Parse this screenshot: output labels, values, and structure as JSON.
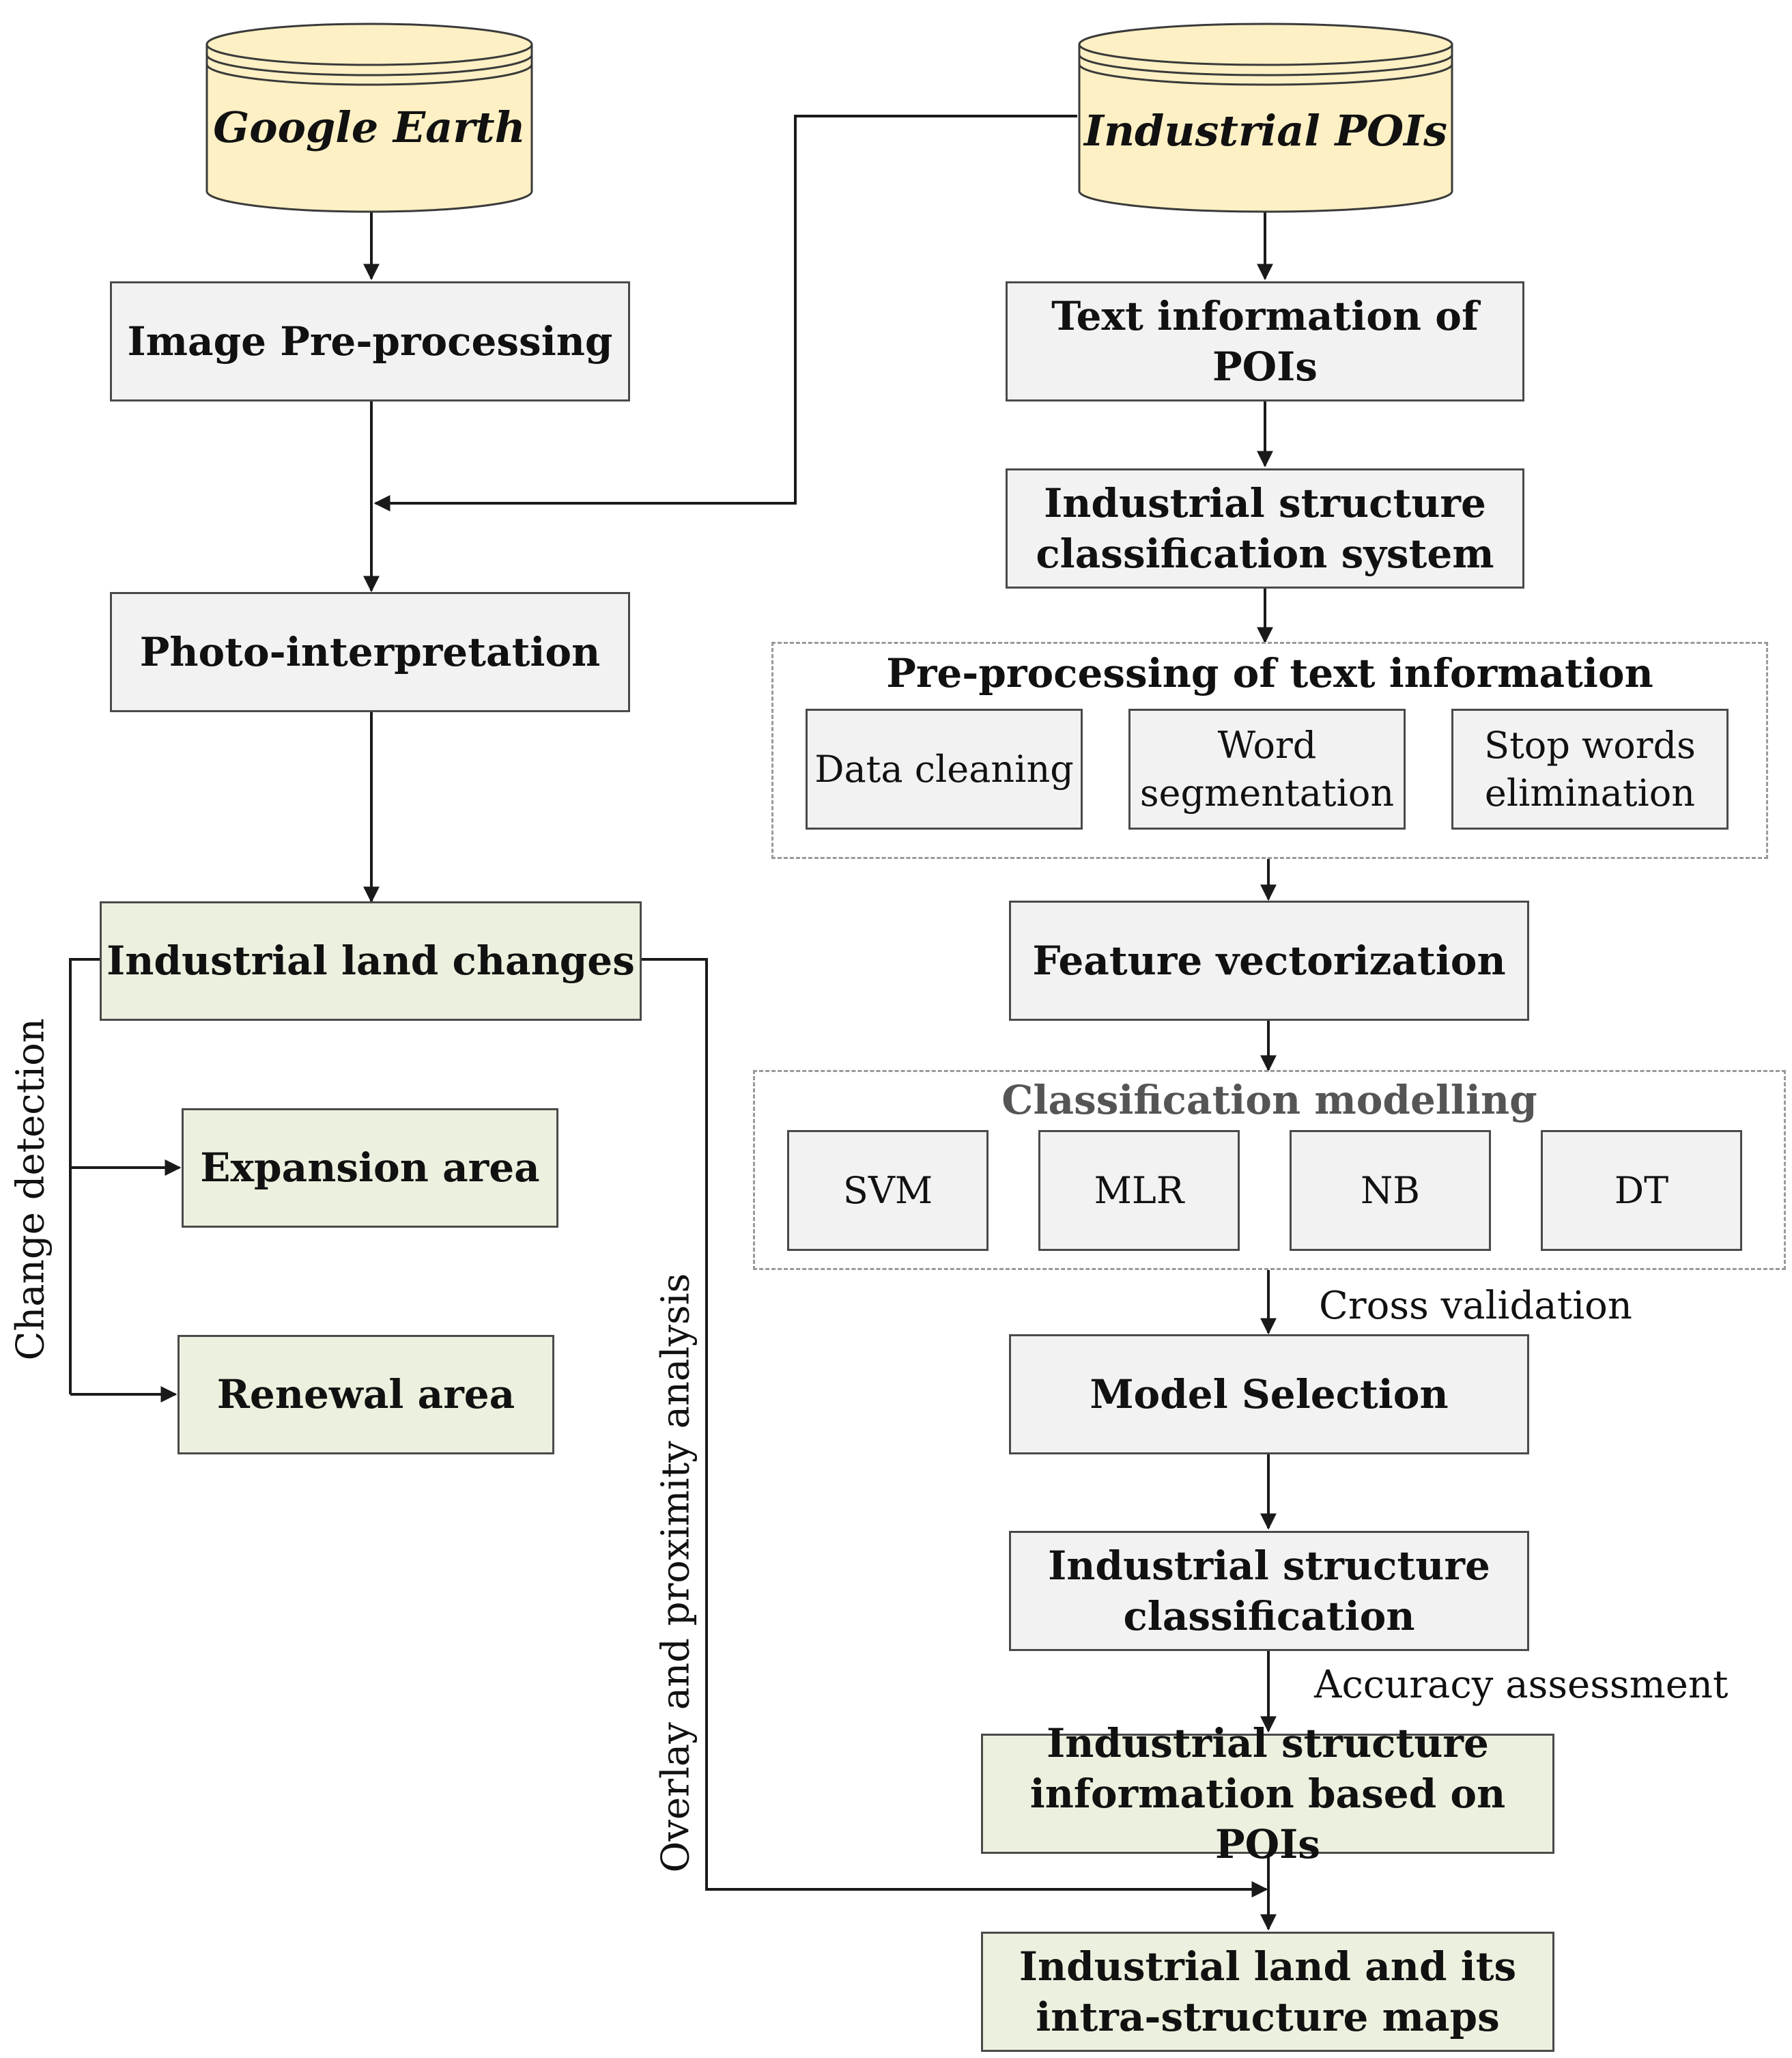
{
  "colors": {
    "source_fill": "#fdf0c4",
    "process_fill": "#f2f2f2",
    "output_fill": "#ebf1de",
    "line": "#1a1a1a"
  },
  "sources": {
    "google_earth": "Google Earth",
    "industrial_pois": "Industrial POIs"
  },
  "left": {
    "image_preprocessing": "Image Pre-processing",
    "photo_interpretation": "Photo-interpretation",
    "industrial_land_changes": "Industrial land changes",
    "expansion_area": "Expansion area",
    "renewal_area": "Renewal area",
    "change_detection": "Change detection"
  },
  "right": {
    "text_information": "Text information of POIs",
    "classification_system": "Industrial structure\nclassification system",
    "preprocessing_group": {
      "title": "Pre-processing of text information",
      "data_cleaning": "Data cleaning",
      "word_segmentation": "Word\nsegmentation",
      "stop_words": "Stop words\nelimination"
    },
    "feature_vectorization": "Feature vectorization",
    "modelling_group": {
      "title": "Classification modelling",
      "models": [
        "SVM",
        "MLR",
        "NB",
        "DT"
      ]
    },
    "cross_validation": "Cross validation",
    "model_selection": "Model Selection",
    "structure_classification": "Industrial structure\nclassification",
    "accuracy_assessment": "Accuracy assessment",
    "structure_information": "Industrial structure\ninformation based on POIs"
  },
  "overlay_analysis": "Overlay and proximity analysis",
  "final_output": "Industrial land and its\nintra-structure maps"
}
